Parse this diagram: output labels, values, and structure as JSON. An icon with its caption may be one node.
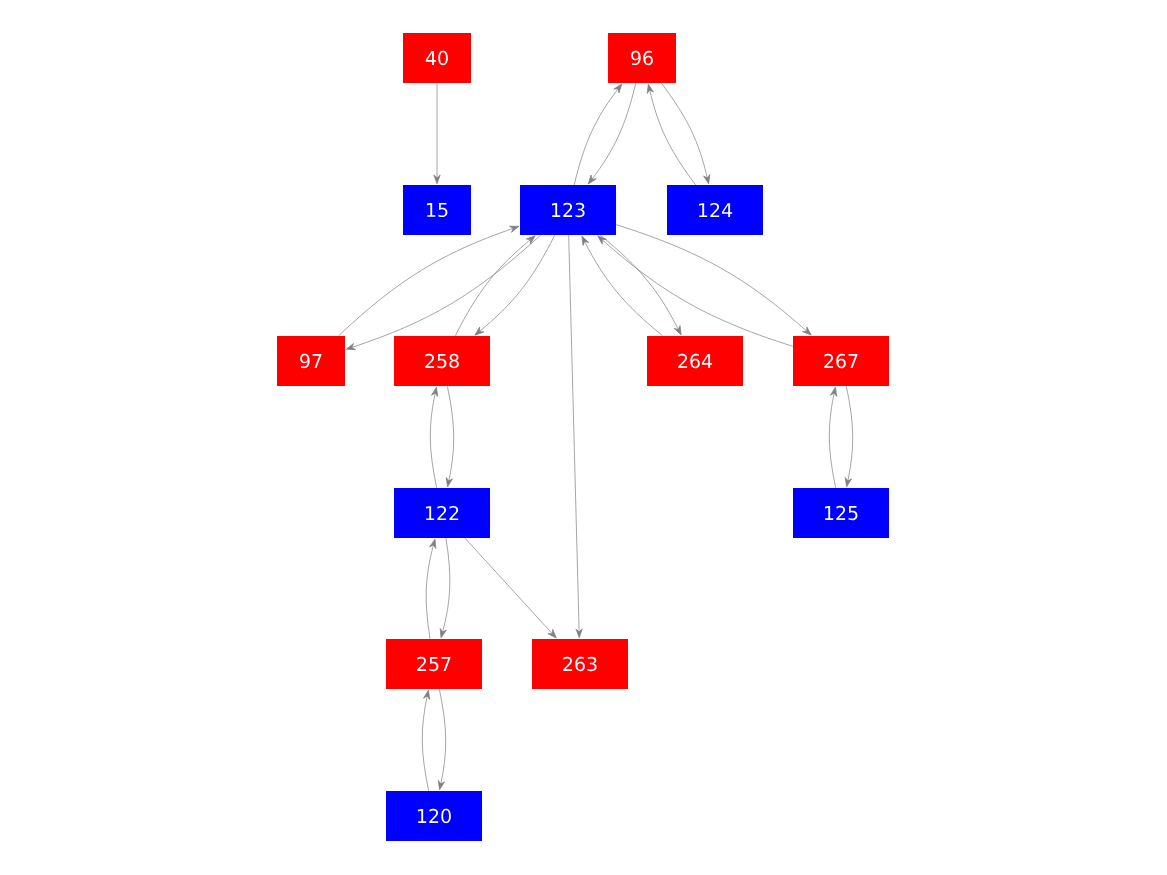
{
  "diagram": {
    "nodes": [
      {
        "text": [
          "40"
        ]
      },
      {
        "text": [
          "96"
        ]
      },
      {
        "text": [
          "15"
        ]
      },
      {
        "text": [
          "123"
        ]
      },
      {
        "text": [
          "124"
        ]
      },
      {
        "text": [
          "97"
        ]
      },
      {
        "text": [
          "258"
        ]
      },
      {
        "text": [
          "264"
        ]
      },
      {
        "text": [
          "267"
        ]
      },
      {
        "text": [
          "122"
        ]
      },
      {
        "text": [
          "125"
        ]
      },
      {
        "text": [
          "257"
        ]
      },
      {
        "text": [
          "263"
        ]
      },
      {
        "text": [
          "120"
        ]
      }
    ],
    "edges": [
      {
        "from": 0,
        "to": 2,
        "arrow": "to"
      },
      {
        "from": 1,
        "to": 3,
        "arrow": "to"
      },
      {
        "from": 3,
        "to": 1,
        "arrow": "to"
      },
      {
        "from": 1,
        "to": 4,
        "arrow": "to"
      },
      {
        "from": 4,
        "to": 1,
        "arrow": "to"
      },
      {
        "from": 3,
        "to": 5,
        "arrow": "to"
      },
      {
        "from": 5,
        "to": 3,
        "arrow": "to"
      },
      {
        "from": 3,
        "to": 6,
        "arrow": "to"
      },
      {
        "from": 6,
        "to": 3,
        "arrow": "to"
      },
      {
        "from": 3,
        "to": 7,
        "arrow": "to"
      },
      {
        "from": 7,
        "to": 3,
        "arrow": "to"
      },
      {
        "from": 3,
        "to": 8,
        "arrow": "to"
      },
      {
        "from": 8,
        "to": 3,
        "arrow": "to"
      },
      {
        "from": 3,
        "to": 12,
        "arrow": "to"
      },
      {
        "from": 6,
        "to": 9,
        "arrow": "to"
      },
      {
        "from": 9,
        "to": 6,
        "arrow": "to"
      },
      {
        "from": 9,
        "to": 11,
        "arrow": "to"
      },
      {
        "from": 11,
        "to": 9,
        "arrow": "to"
      },
      {
        "from": 9,
        "to": 12,
        "arrow": "to"
      },
      {
        "from": 11,
        "to": 13,
        "arrow": "to"
      },
      {
        "from": 13,
        "to": 11,
        "arrow": "to"
      },
      {
        "from": 8,
        "to": 10,
        "arrow": "to"
      },
      {
        "from": 10,
        "to": 8,
        "arrow": "to"
      }
    ]
  }
}
